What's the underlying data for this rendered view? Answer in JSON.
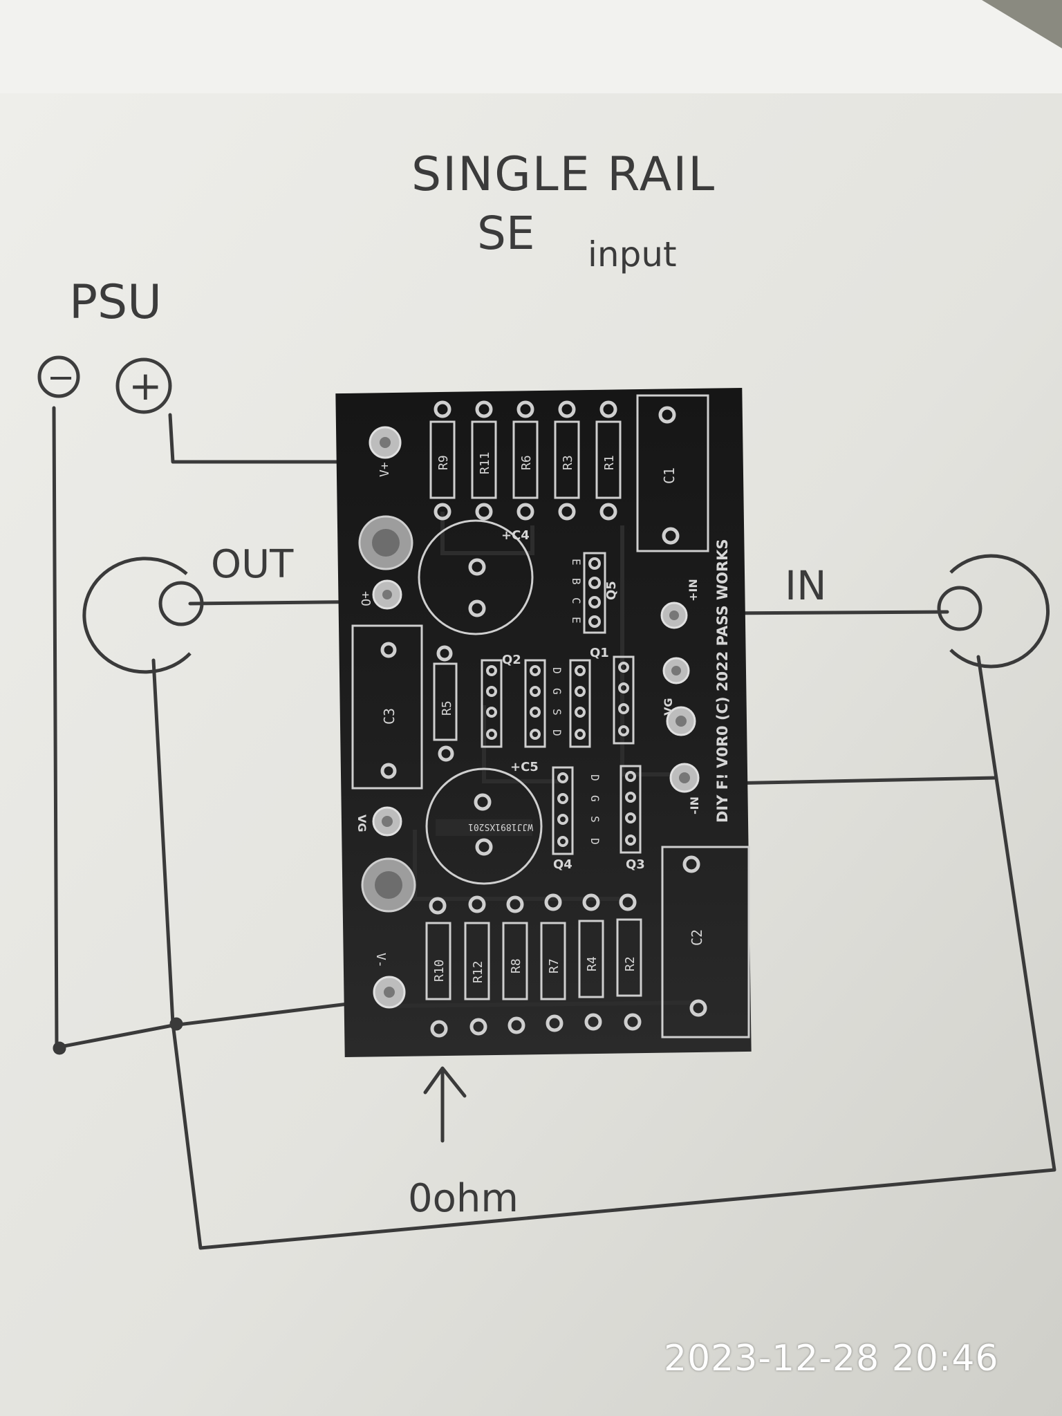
{
  "sketch": {
    "title_line1": "SINGLE RAIL",
    "title_line2": "SE",
    "title_line2_small": "input",
    "psu_label": "PSU",
    "psu_minus": "−",
    "psu_plus": "+",
    "out_label": "OUT",
    "in_label": "IN",
    "jumper_label": "0ohm"
  },
  "pcb": {
    "credit": "DIY F! V0R0 (C) 2022 PASS WORKS",
    "pads": {
      "v_plus": "V+",
      "out_plus": "+O",
      "vg_left": "VG",
      "v_minus": "V-",
      "in_plus": "+IN",
      "vg_right": "VG",
      "in_minus": "-IN"
    },
    "top_resistors": [
      "R9",
      "R11",
      "R6",
      "R3",
      "R1"
    ],
    "bottom_resistors": [
      "R10",
      "R12",
      "R8",
      "R7",
      "R4",
      "R2"
    ],
    "r5": "R5",
    "caps": {
      "c1": "C1",
      "c2": "C2",
      "c3": "C3",
      "c4": "+C4",
      "c5": "+C5"
    },
    "transistors": {
      "q1": "Q1",
      "q2": "Q2",
      "q3": "Q3",
      "q4": "Q4",
      "q5": "Q5"
    },
    "q5_pins": [
      "E",
      "B",
      "C",
      "E"
    ],
    "fet_pins": [
      "D",
      "G",
      "S",
      "D"
    ],
    "cap_print": "WJJ1891XS201"
  },
  "photo": {
    "timestamp": "2023-12-28 20:46"
  },
  "colors": {
    "paper": "#e4e4df",
    "pcb": "#1b1b1b",
    "silkscreen": "#d6d6d6",
    "ink": "#3d3d3d"
  }
}
